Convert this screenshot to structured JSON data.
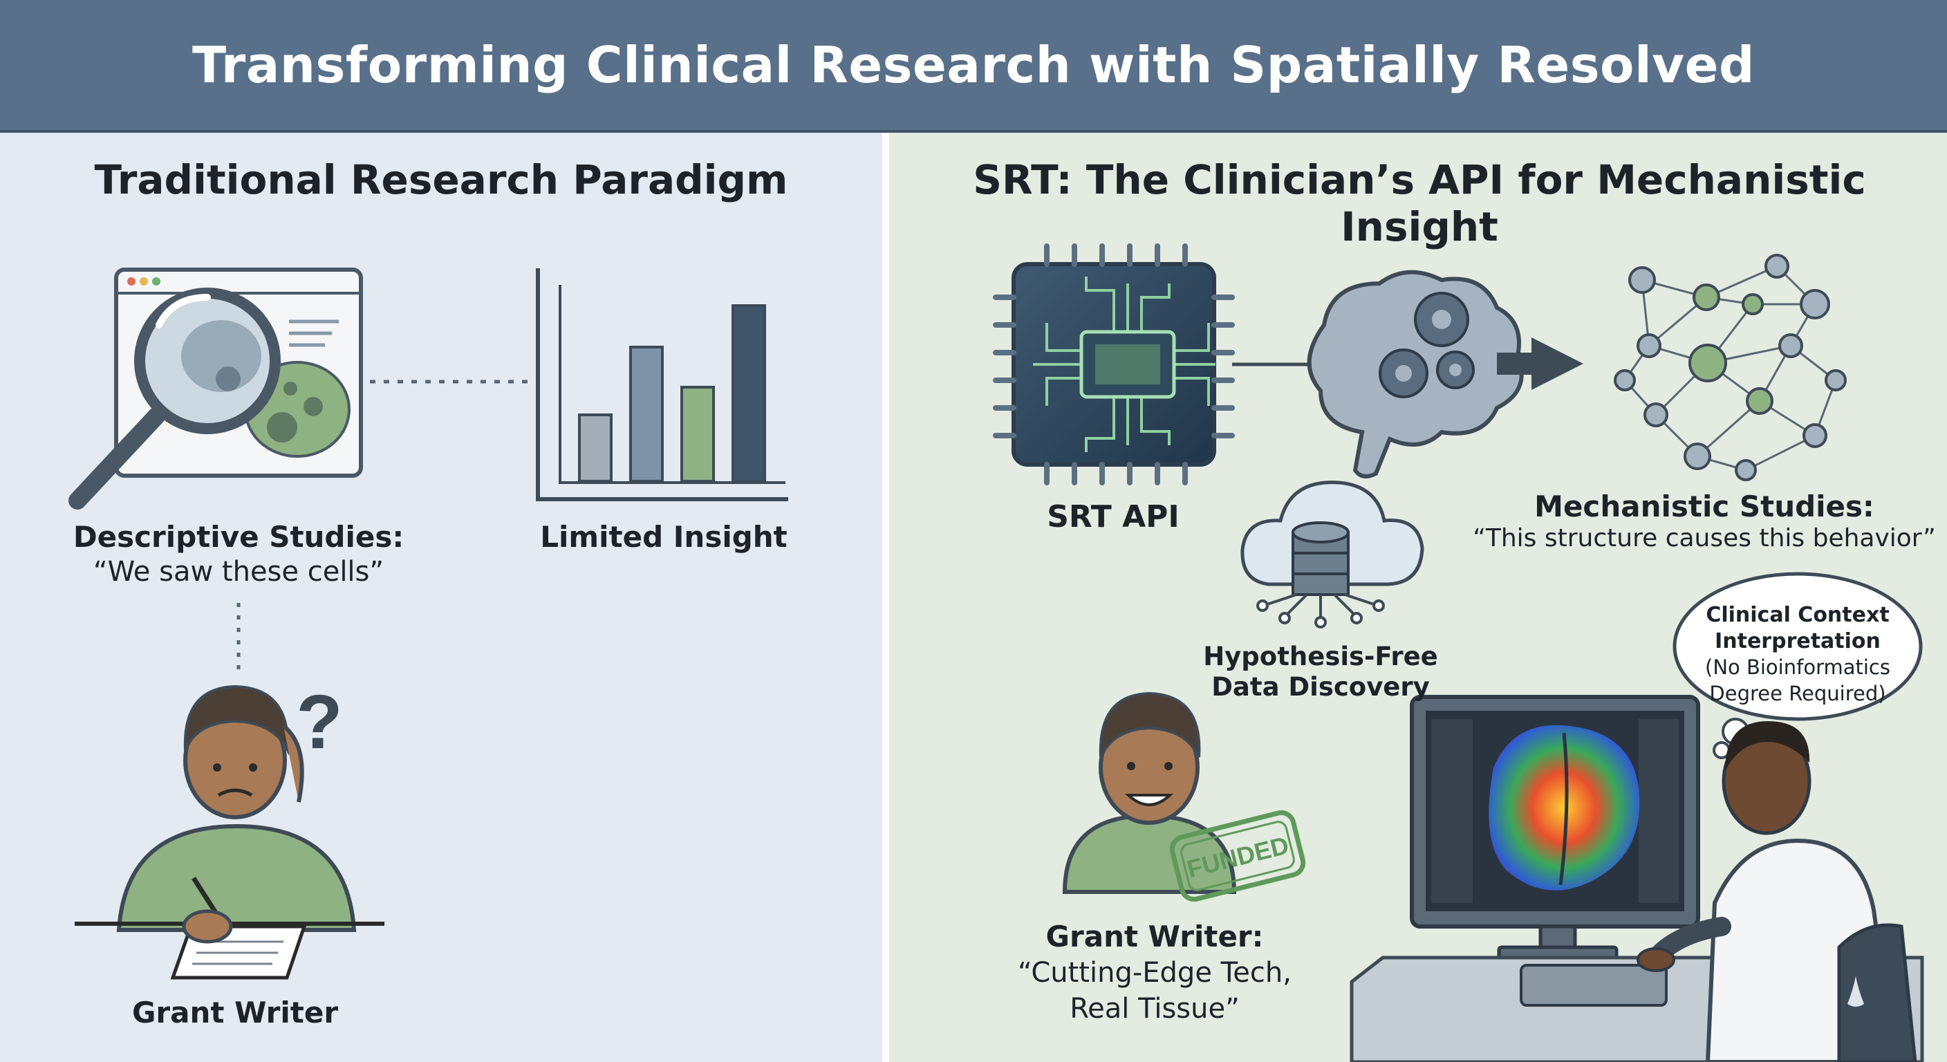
{
  "header": {
    "title": "Transforming Clinical Research with Spatially Resolved Transcriptomics"
  },
  "left": {
    "title": "Traditional Research Paradigm",
    "descriptive_title": "Descriptive Studies:",
    "descriptive_quote": "“We saw these cells”",
    "insight_label": "Limited Insight",
    "question_mark": "?",
    "grant_writer_label": "Grant Writer"
  },
  "right": {
    "title": "SRT: The Clinician’s API for Mechanistic Insight",
    "api_label": "SRT API",
    "mechanistic_title": "Mechanistic Studies:",
    "mechanistic_quote": "“This structure causes this behavior”",
    "discovery_label_line1": "Hypothesis-Free",
    "discovery_label_line2": "Data Discovery",
    "funded_stamp": "FUNDED",
    "grant_writer_title": "Grant Writer:",
    "grant_writer_quote_line1": "“Cutting-Edge Tech,",
    "grant_writer_quote_line2": "Real Tissue”",
    "thought_line1": "Clinical Context",
    "thought_line2": "Interpretation",
    "thought_line3": "(No Bioinformatics",
    "thought_line4": "Degree Required)"
  },
  "colors": {
    "header": "#587089",
    "left_panel": "#e3eaf1",
    "right_panel": "#e4ebe1",
    "green_accent": "#8fb283",
    "slate_accent": "#5f7588"
  }
}
